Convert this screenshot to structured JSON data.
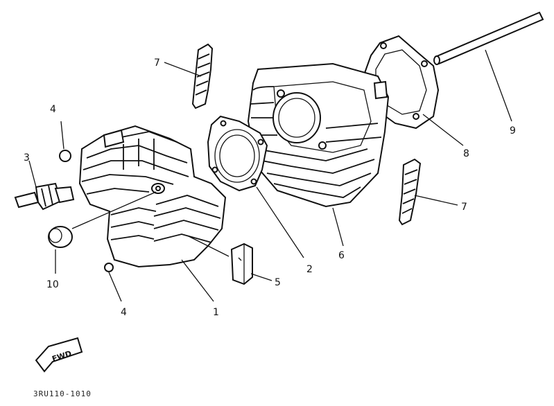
{
  "callouts": {
    "n1": "1",
    "n2": "2",
    "n3": "3",
    "n4a": "4",
    "n4b": "4",
    "n5": "5",
    "n6": "6",
    "n7a": "7",
    "n7b": "7",
    "n8": "8",
    "n9": "9",
    "n10": "10"
  },
  "arrow_label": "FWD",
  "figure_code": "3RU110-1010"
}
